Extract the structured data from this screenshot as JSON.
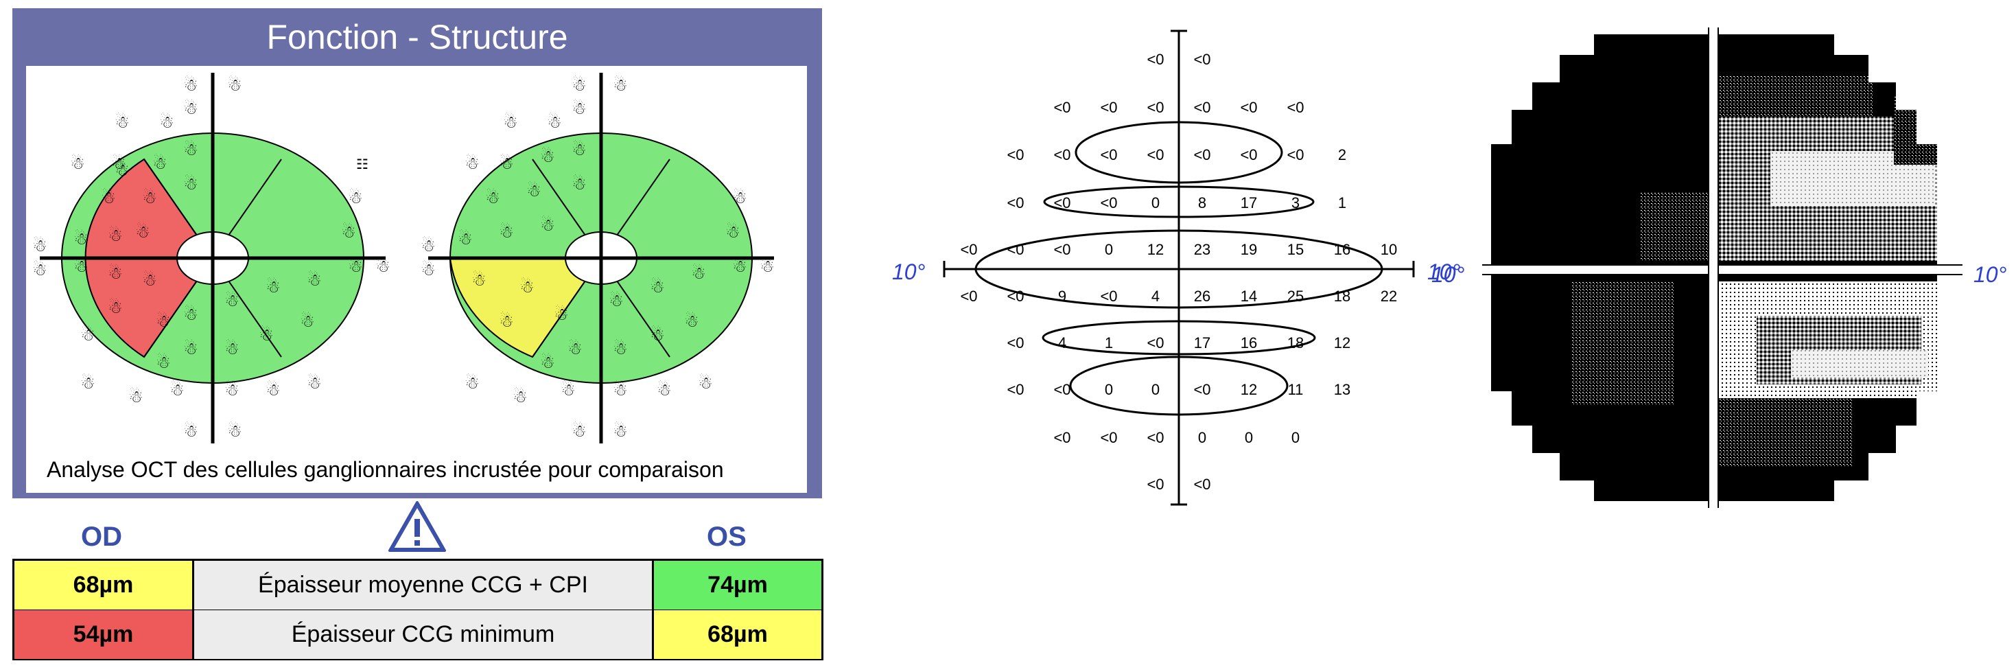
{
  "panel": {
    "title": "Fonction - Structure",
    "caption": "Analyse OCT des cellules ganglionnaires incrustée pour comparaison"
  },
  "labels": {
    "od": "OD",
    "os": "OS",
    "warning_icon": "warning-triangle-icon"
  },
  "table": {
    "rows": [
      {
        "od": "68µm",
        "label": "Épaisseur moyenne CCG + CPI",
        "os": "74µm",
        "od_color": "#ffff66",
        "os_color": "#66ee66"
      },
      {
        "od": "54µm",
        "label": "Épaisseur CCG minimum",
        "os": "68µm",
        "od_color": "#ee5a5a",
        "os_color": "#ffff66"
      }
    ]
  },
  "colors": {
    "panel": "#6a6fa8",
    "green": "#7de67d",
    "red": "#ef6565",
    "yellow": "#f2f25a",
    "degree_blue": "#2b3fd6"
  },
  "field_grid": {
    "degree_left": "10°",
    "degree_right": "10°",
    "gray_degree_left": "10°",
    "gray_degree_right": "10°",
    "rows": [
      [
        "<0",
        "<0"
      ],
      [
        "<0",
        "<0",
        "<0",
        "<0",
        "<0",
        "<0"
      ],
      [
        "<0",
        "<0",
        "<0",
        "<0",
        "<0",
        "<0",
        "<0",
        "2"
      ],
      [
        "<0",
        "<0",
        "<0",
        "0",
        "8",
        "17",
        "3",
        "1"
      ],
      [
        "<0",
        "<0",
        "<0",
        "0",
        "12",
        "23",
        "19",
        "15",
        "16",
        "10"
      ],
      [
        "<0",
        "<0",
        "9",
        "<0",
        "4",
        "26",
        "14",
        "25",
        "18",
        "22"
      ],
      [
        "<0",
        "4",
        "1",
        "<0",
        "17",
        "16",
        "18",
        "12"
      ],
      [
        "<0",
        "<0",
        "0",
        "0",
        "<0",
        "12",
        "11",
        "13"
      ],
      [
        "<0",
        "<0",
        "<0",
        "0",
        "0",
        "0"
      ],
      [
        "<0",
        "<0"
      ]
    ]
  }
}
